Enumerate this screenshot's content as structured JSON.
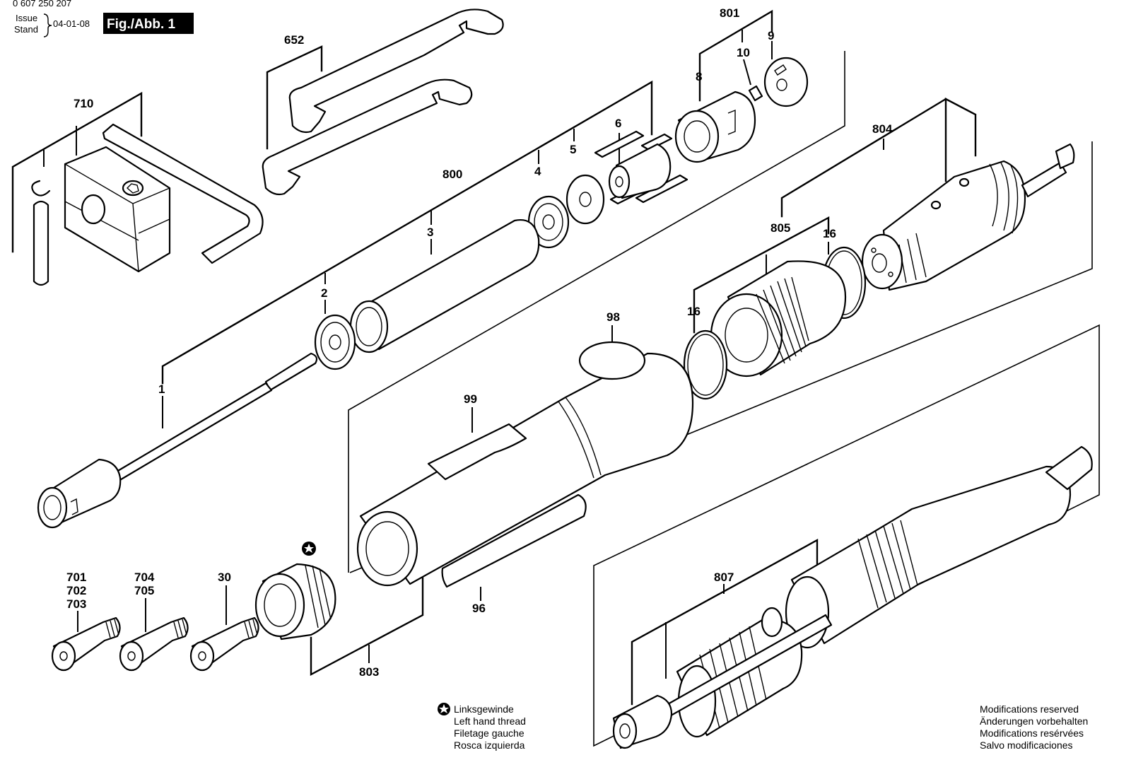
{
  "header": {
    "doc_number": "0 607 250 207",
    "issue_label": "Issue",
    "stand_label": "Stand",
    "date": "04-01-08",
    "figure_label": "Fig./Abb. 1"
  },
  "part_numbers": {
    "p652": "652",
    "p710": "710",
    "p801": "801",
    "p9": "9",
    "p10": "10",
    "p8": "8",
    "p6": "6",
    "p5": "5",
    "p4": "4",
    "p800": "800",
    "p3": "3",
    "p2": "2",
    "p1": "1",
    "p804": "804",
    "p805": "805",
    "p16a": "16",
    "p16b": "16",
    "p98": "98",
    "p99": "99",
    "p96": "96",
    "p701": "701",
    "p702": "702",
    "p703": "703",
    "p704": "704",
    "p705": "705",
    "p30": "30",
    "p803": "803",
    "p807": "807"
  },
  "left_hand_thread_note": {
    "line1": "Linksgewinde",
    "line2": "Left hand thread",
    "line3": "Filetage gauche",
    "line4": "Rosca izquierda"
  },
  "modifications_note": {
    "line1": "Modifications reserved",
    "line2": "Änderungen vorbehalten",
    "line3": "Modifications resérvées",
    "line4": "Salvo modificaciones"
  },
  "icons": {
    "left_thread_symbol": "star-in-circle-icon"
  }
}
